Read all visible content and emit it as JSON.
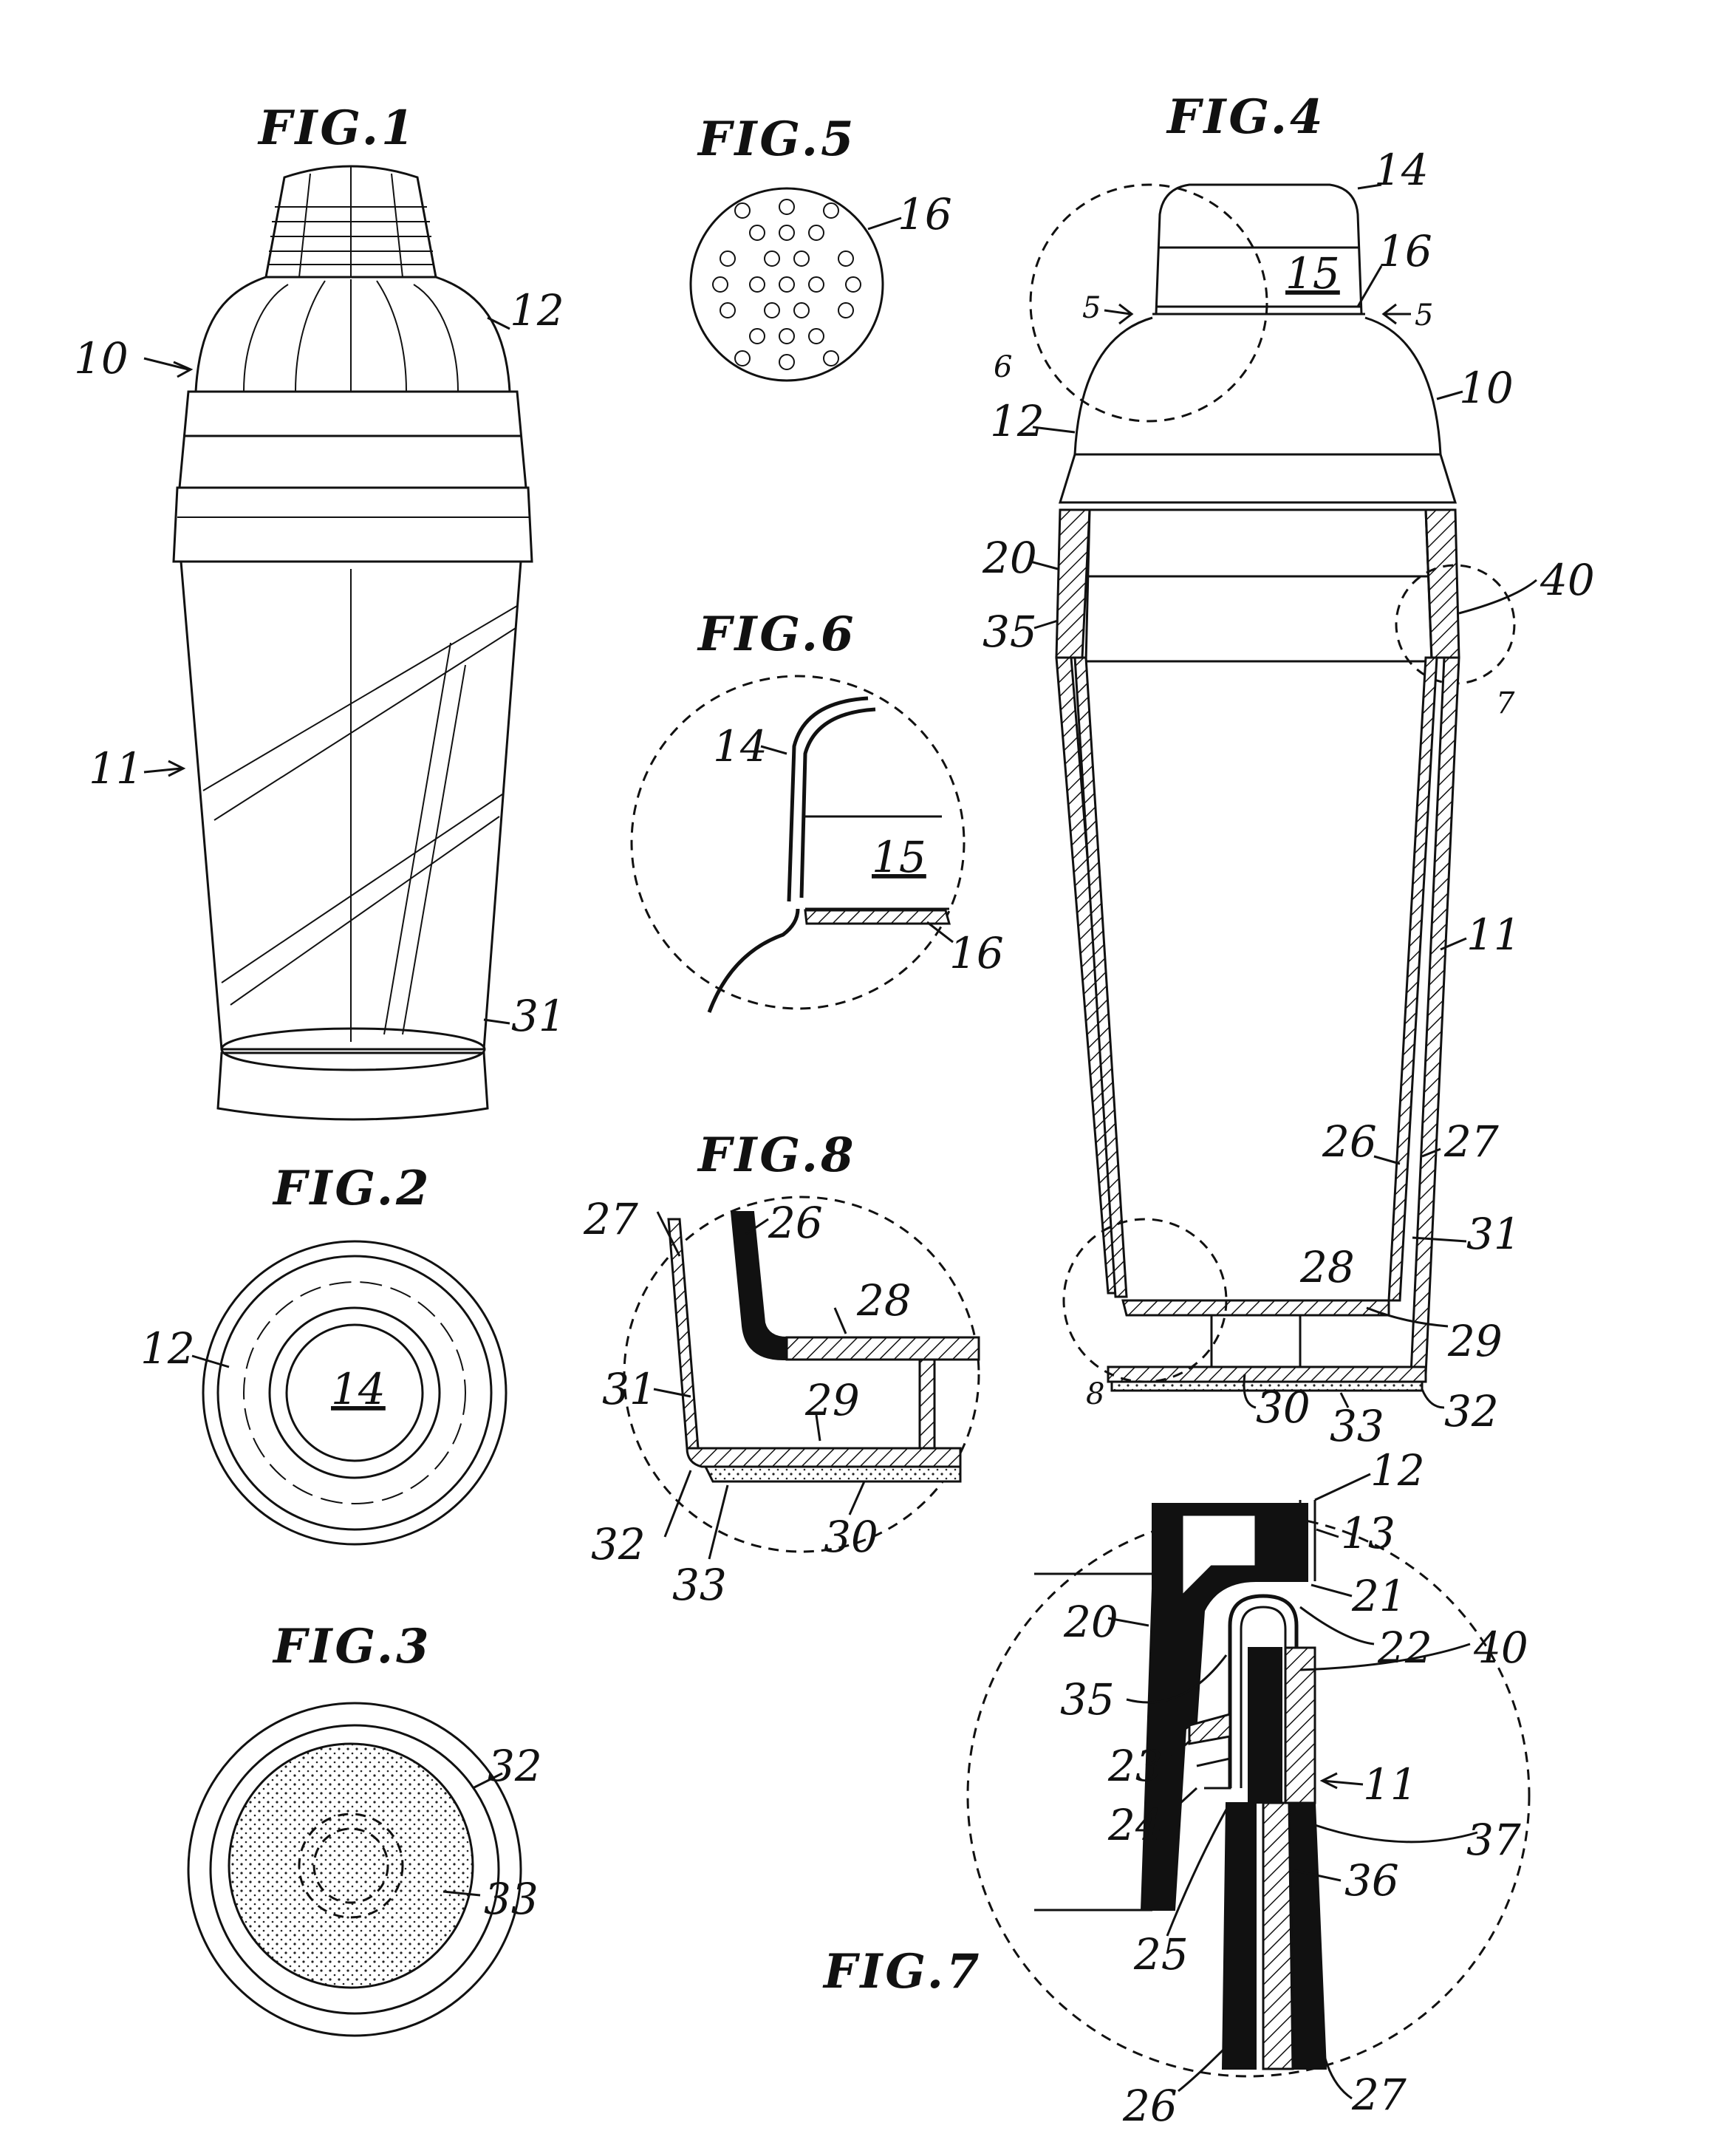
{
  "figures": {
    "fig1": {
      "title": "FIG.1",
      "labels": {
        "shaker": "10",
        "cap": "12",
        "cup": "11",
        "bottom": "31"
      }
    },
    "fig2": {
      "title": "FIG.2",
      "labels": {
        "cap": "12",
        "lid": "14"
      }
    },
    "fig3": {
      "title": "FIG.3",
      "labels": {
        "base": "32",
        "pad": "33"
      }
    },
    "fig4": {
      "title": "FIG.4",
      "labels": {
        "lid": "14",
        "strainer": "16",
        "chamber": "15",
        "cap": "12",
        "shaker": "10",
        "collar": "20",
        "rim": "40",
        "ring": "35",
        "cup": "11",
        "inner": "26",
        "outer": "27",
        "space": "31",
        "floor": "28",
        "gap": "29",
        "hub": "30",
        "pad": "33",
        "base": "32",
        "section_left": "5",
        "section_right": "5",
        "detail6": "6",
        "detail7": "7",
        "detail8": "8"
      }
    },
    "fig5": {
      "title": "FIG.5",
      "labels": {
        "strainer": "16"
      }
    },
    "fig6": {
      "title": "FIG.6",
      "labels": {
        "lid": "14",
        "chamber": "15",
        "strainer": "16"
      }
    },
    "fig7": {
      "title": "FIG.7",
      "labels": {
        "cap": "12",
        "edge": "13",
        "collar": "20",
        "shoulder": "21",
        "lip": "22",
        "rim": "40",
        "ring": "35",
        "rib": "23",
        "groove": "24",
        "step": "25",
        "cup": "11",
        "wall": "37",
        "seam": "36",
        "inner": "26",
        "outer": "27"
      }
    },
    "fig8": {
      "title": "FIG.8",
      "labels": {
        "outer": "27",
        "inner": "26",
        "floor": "28",
        "space": "31",
        "gap": "29",
        "base": "32",
        "pad": "33",
        "hub": "30"
      }
    }
  }
}
